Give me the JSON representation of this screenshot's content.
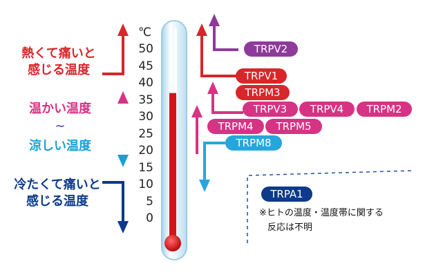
{
  "zones": {
    "hot_pain": {
      "lines": [
        "熱くて痛いと",
        "感じる温度"
      ],
      "color": "#d8262a"
    },
    "warm": {
      "label": "温かい温度",
      "color": "#d63384"
    },
    "tilde": {
      "label": "~"
    },
    "cool": {
      "label": "涼しい温度",
      "color": "#1a9fd9"
    },
    "cold_pain": {
      "lines": [
        "冷たくて痛いと",
        "感じる温度"
      ],
      "color": "#0d3a8a"
    }
  },
  "scale": {
    "unit": "℃",
    "ticks": [
      {
        "value": 50,
        "label": "50"
      },
      {
        "value": 45,
        "label": "45"
      },
      {
        "value": 40,
        "label": "40"
      },
      {
        "value": 35,
        "label": "35"
      },
      {
        "value": 30,
        "label": "30"
      },
      {
        "value": 25,
        "label": "25"
      },
      {
        "value": 20,
        "label": "20"
      },
      {
        "value": 15,
        "label": "15"
      },
      {
        "value": 10,
        "label": "10"
      },
      {
        "value": 5,
        "label": "5"
      },
      {
        "value": 0,
        "label": "0"
      }
    ],
    "fill_top_value": 37
  },
  "channels": {
    "trpv2": {
      "label": "TRPV2",
      "color": "#8e3a9b"
    },
    "trpv1": {
      "label": "TRPV1",
      "color": "#d8262a"
    },
    "trpm3": {
      "label": "TRPM3",
      "color": "#d8262a"
    },
    "trpv3": {
      "label": "TRPV3",
      "color": "#d63384"
    },
    "trpv4": {
      "label": "TRPV4",
      "color": "#d63384"
    },
    "trpm2": {
      "label": "TRPM2",
      "color": "#d63384"
    },
    "trpm4": {
      "label": "TRPM4",
      "color": "#d63384"
    },
    "trpm5": {
      "label": "TRPM5",
      "color": "#d63384"
    },
    "trpm8": {
      "label": "TRPM8",
      "color": "#27a6dc"
    },
    "trpa1": {
      "label": "TRPA1",
      "color": "#0d3a8a"
    }
  },
  "note": {
    "lines": [
      "※ヒトの温度・温度帯に関する",
      "反応は不明"
    ]
  }
}
